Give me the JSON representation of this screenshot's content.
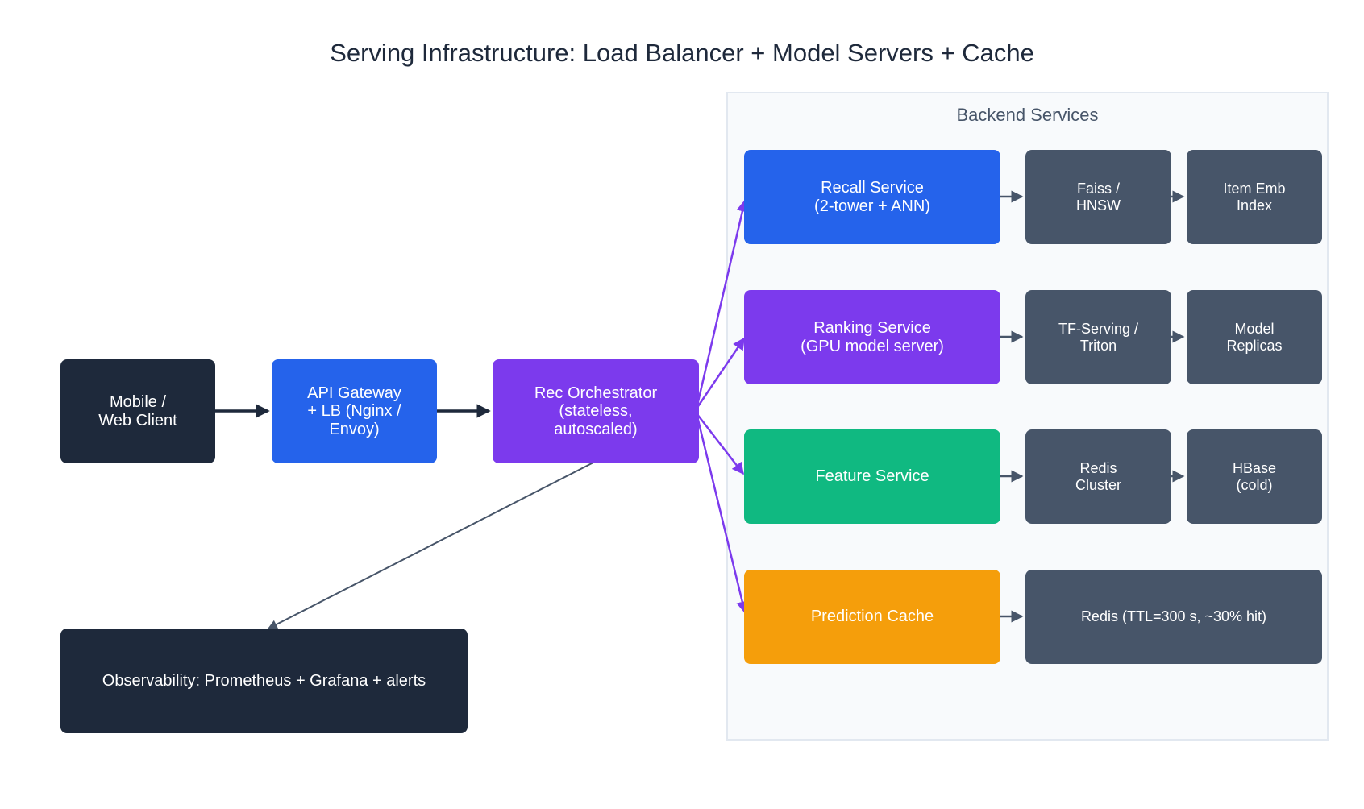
{
  "title": "Serving Infrastructure: Load Balancer + Model Servers + Cache",
  "group_label": "Backend Services",
  "colors": {
    "dark": "#1e293b",
    "slate": "#475569",
    "blue": "#2563eb",
    "purple": "#7c3aed",
    "green": "#10b981",
    "amber": "#f59e0b",
    "group_bg": "#f8fafc",
    "group_border": "#e2e8f0"
  },
  "nodes": {
    "client": "Mobile /\nWeb Client",
    "gateway": "API Gateway\n+ LB (Nginx /\nEnvoy)",
    "orchestrator": "Rec Orchestrator\n(stateless,\nautoscaled)",
    "observability": "Observability: Prometheus + Grafana + alerts",
    "recall": "Recall Service\n(2-tower + ANN)",
    "faiss": "Faiss /\nHNSW",
    "item_emb": "Item Emb\nIndex",
    "ranking": "Ranking Service\n(GPU model server)",
    "tf_serving": "TF-Serving /\nTriton",
    "model_replicas": "Model\nReplicas",
    "feature": "Feature Service",
    "redis_cluster": "Redis\nCluster",
    "hbase": "HBase\n(cold)",
    "prediction_cache": "Prediction Cache",
    "redis_ttl": "Redis (TTL=300 s, ~30% hit)"
  },
  "edges": [
    {
      "from": "client",
      "to": "gateway"
    },
    {
      "from": "gateway",
      "to": "orchestrator"
    },
    {
      "from": "orchestrator",
      "to": "recall"
    },
    {
      "from": "orchestrator",
      "to": "ranking"
    },
    {
      "from": "orchestrator",
      "to": "feature"
    },
    {
      "from": "orchestrator",
      "to": "prediction_cache"
    },
    {
      "from": "orchestrator",
      "to": "observability"
    },
    {
      "from": "recall",
      "to": "faiss"
    },
    {
      "from": "faiss",
      "to": "item_emb"
    },
    {
      "from": "ranking",
      "to": "tf_serving"
    },
    {
      "from": "tf_serving",
      "to": "model_replicas"
    },
    {
      "from": "feature",
      "to": "redis_cluster"
    },
    {
      "from": "redis_cluster",
      "to": "hbase"
    },
    {
      "from": "prediction_cache",
      "to": "redis_ttl"
    }
  ]
}
